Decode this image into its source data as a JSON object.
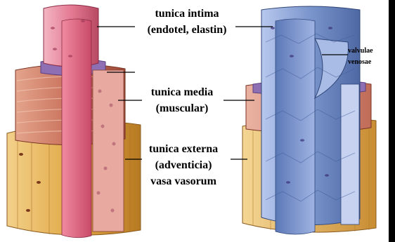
{
  "labels": {
    "intima_line1": "tunica intima",
    "intima_line2": "(endotel, elastin)",
    "media_line1": "tunica media",
    "media_line2": "(muscular)",
    "externa_line1": "tunica externa",
    "externa_line2": "(adventicia)",
    "externa_line3": "vasa vasorum",
    "valvulae_line1": "valvulae",
    "valvulae_line2": "venosae"
  },
  "colors": {
    "intima_artery": "#e47a93",
    "media_artery": "#c8705a",
    "externa_artery": "#e0a845",
    "vein_intima": "#7a95cc",
    "vein_media": "#d98c78",
    "vein_externa": "#e6b663"
  }
}
